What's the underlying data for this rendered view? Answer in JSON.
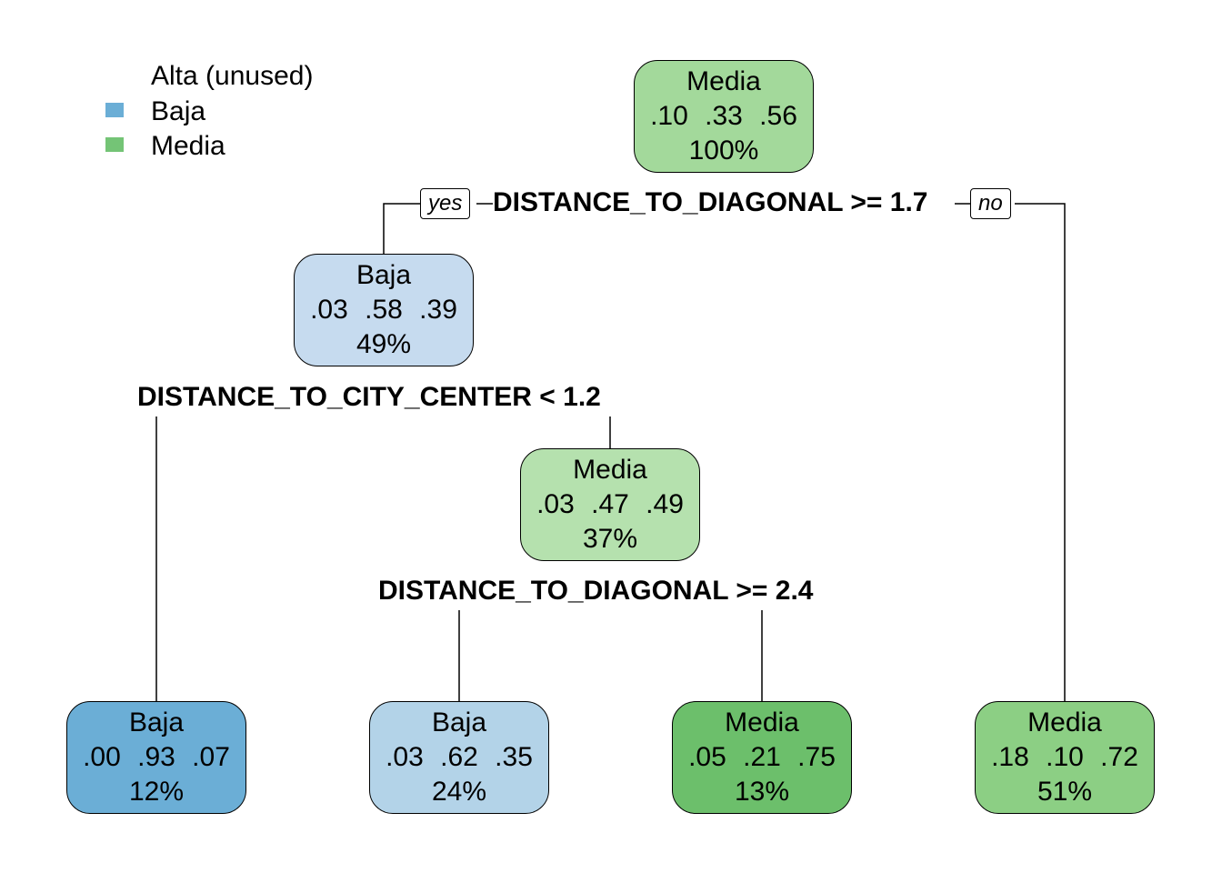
{
  "legend": [
    {
      "label": "Alta (unused)",
      "color": null
    },
    {
      "label": "Baja",
      "color": "#6baed6"
    },
    {
      "label": "Media",
      "color": "#74c476"
    }
  ],
  "splits": {
    "root": "DISTANCE_TO_DIAGONAL >= 1.7",
    "node2": "DISTANCE_TO_CITY_CENTER < 1.2",
    "node5": "DISTANCE_TO_DIAGONAL >= 2.4"
  },
  "branch_labels": {
    "yes": "yes",
    "no": "no"
  },
  "nodes": {
    "root": {
      "class": "Media",
      "probs": ".10 .33 .56",
      "pct": "100%",
      "color": "#a3d99b"
    },
    "n2": {
      "class": "Baja",
      "probs": ".03 .58 .39",
      "pct": "49%",
      "color": "#c6dbef"
    },
    "n5": {
      "class": "Media",
      "probs": ".03 .47 .49",
      "pct": "37%",
      "color": "#b5e1ae"
    },
    "l4": {
      "class": "Baja",
      "probs": ".00 .93 .07",
      "pct": "12%",
      "color": "#6baed6"
    },
    "l10": {
      "class": "Baja",
      "probs": ".03 .62 .35",
      "pct": "24%",
      "color": "#b3d3e8"
    },
    "l11": {
      "class": "Media",
      "probs": ".05 .21 .75",
      "pct": "13%",
      "color": "#6cbf6b"
    },
    "l3": {
      "class": "Media",
      "probs": ".18 .10 .72",
      "pct": "51%",
      "color": "#8ccf84"
    }
  }
}
